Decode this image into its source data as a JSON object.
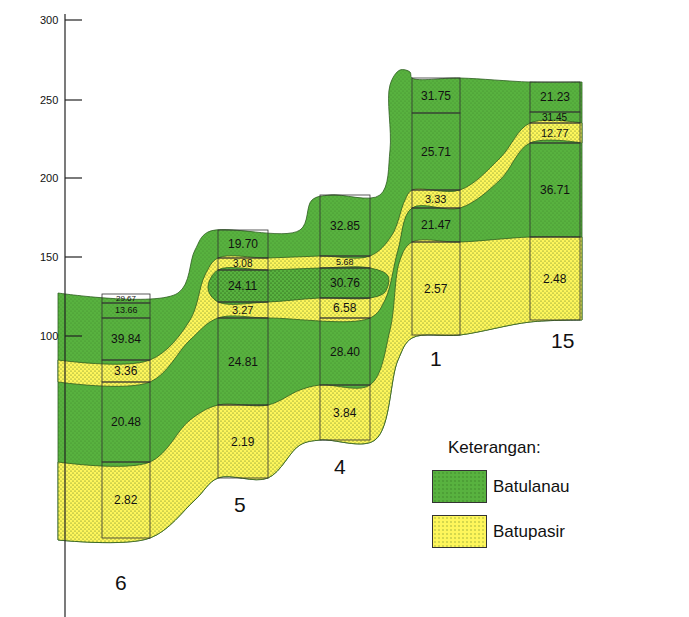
{
  "diagram": {
    "labels": [
      "300",
      "250",
      "200",
      "150",
      "100",
      "29.67",
      "13.66",
      "39.84",
      "3.36",
      "20.48",
      "2.82",
      "19.70",
      "3.08",
      "24.11",
      "3.27",
      "24.81",
      "2.19",
      "32.85",
      "5.68",
      "30.76",
      "6.58",
      "28.40",
      "3.84",
      "31.75",
      "25.71",
      "3.33",
      "21.47",
      "2.57",
      "21.23",
      "31.45",
      "12.77",
      "36.71",
      "2.48",
      "6",
      "5",
      "4",
      "1",
      "15",
      "Keterangan:"
    ],
    "legend": [
      {
        "text": "Batulanau",
        "color": "#58b23f"
      },
      {
        "text": "Batupasir",
        "color": "#fef65b"
      }
    ]
  }
}
